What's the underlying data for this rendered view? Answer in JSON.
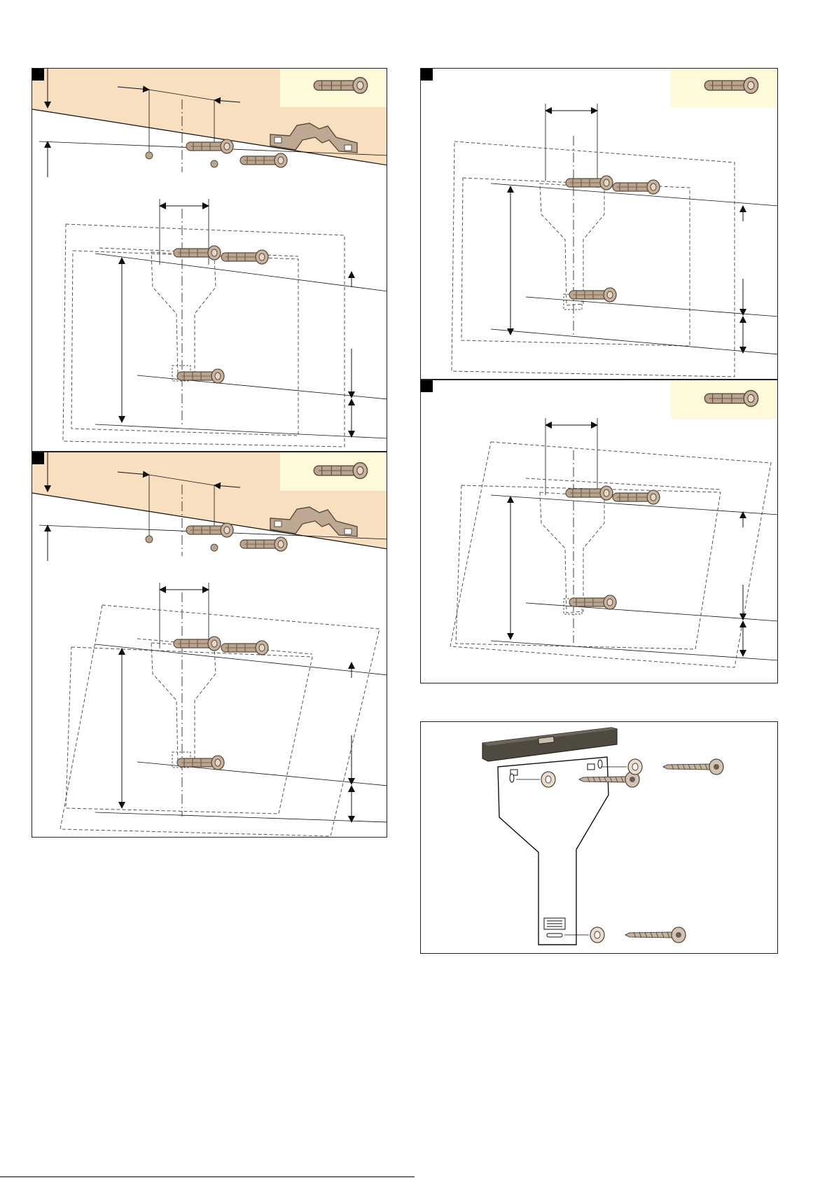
{
  "colors": {
    "wall": "#f8dfc0",
    "hint_background": "#fef9d8",
    "anchor": "#b9a490",
    "anchor_dark": "#6f5d4c",
    "line": "#111111",
    "dash": "#555555",
    "level": "#4f4a40",
    "marker": "#000000"
  },
  "icons": {
    "wall_anchor": "wall-anchor-icon",
    "bracket": "bracket-icon",
    "spirit_level": "spirit-level-icon",
    "screw": "screw-icon",
    "washer": "washer-icon",
    "mounting_plate": "mounting-plate-icon"
  },
  "panels": [
    {
      "id": "upper-left",
      "steps": [
        "wall-marking",
        "drilling-template"
      ],
      "cabinet": "straight"
    },
    {
      "id": "upper-right",
      "steps": [
        "drilling-template"
      ],
      "cabinet": "straight"
    },
    {
      "id": "lower-left",
      "steps": [
        "wall-marking",
        "drilling-template"
      ],
      "cabinet": "angled"
    },
    {
      "id": "lower-right",
      "steps": [
        "drilling-template"
      ],
      "cabinet": "angled"
    },
    {
      "id": "mounting-plate",
      "steps": [
        "mounting-plate"
      ],
      "cabinet": "none"
    }
  ]
}
